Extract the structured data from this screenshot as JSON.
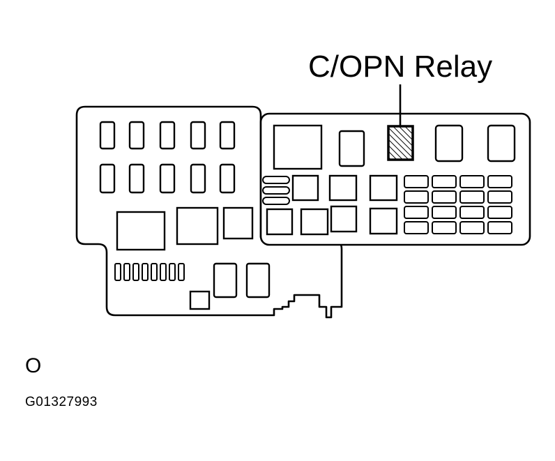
{
  "callout": {
    "label": "C/OPN Relay"
  },
  "reference_mark": "O",
  "figure_code": "G01327993"
}
